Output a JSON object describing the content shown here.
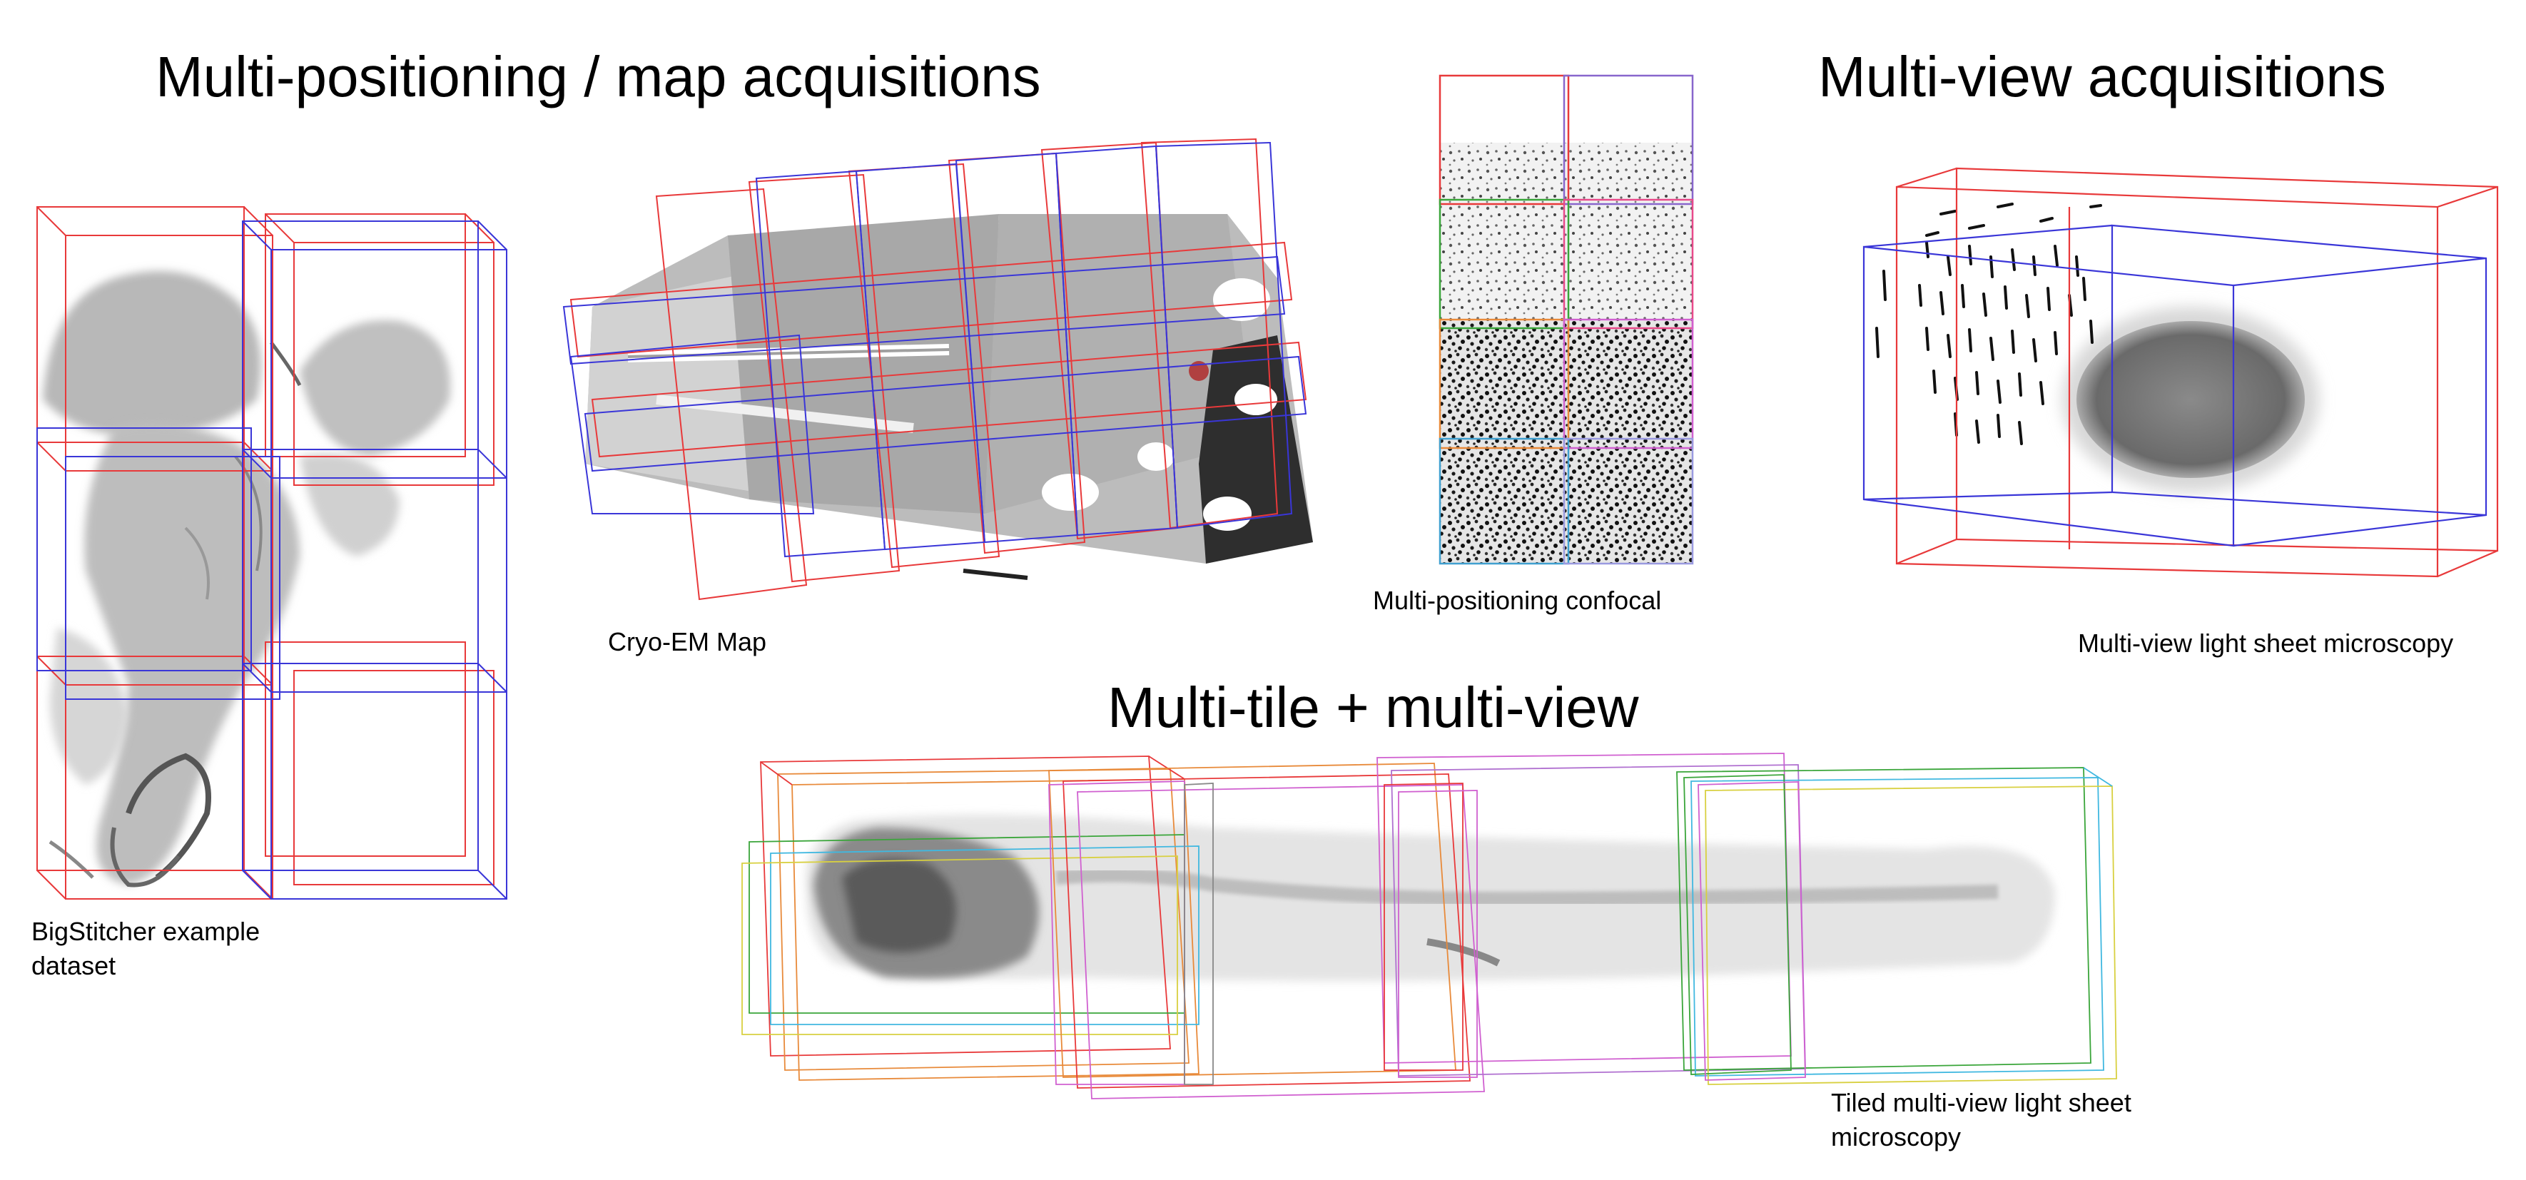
{
  "headings": {
    "multi_positioning": "Multi-positioning / map acquisitions",
    "multi_view": "Multi-view acquisitions",
    "multi_tile": "Multi-tile + multi-view"
  },
  "captions": {
    "bigstitcher_line1": "BigStitcher example",
    "bigstitcher_line2": "dataset",
    "cryo_em": "Cryo-EM Map",
    "confocal": "Multi-positioning confocal",
    "light_sheet": "Multi-view light sheet microscopy",
    "tiled_line1": "Tiled multi-view light sheet",
    "tiled_line2": "microscopy"
  },
  "colors": {
    "red": "#e8393a",
    "blue": "#3a36d8",
    "green": "#3aa53a",
    "orange": "#e88a3a",
    "magenta": "#d060d0",
    "cyan": "#40b8e0",
    "yellow": "#d8d040",
    "specimen_gray": "#9a9a9a"
  }
}
